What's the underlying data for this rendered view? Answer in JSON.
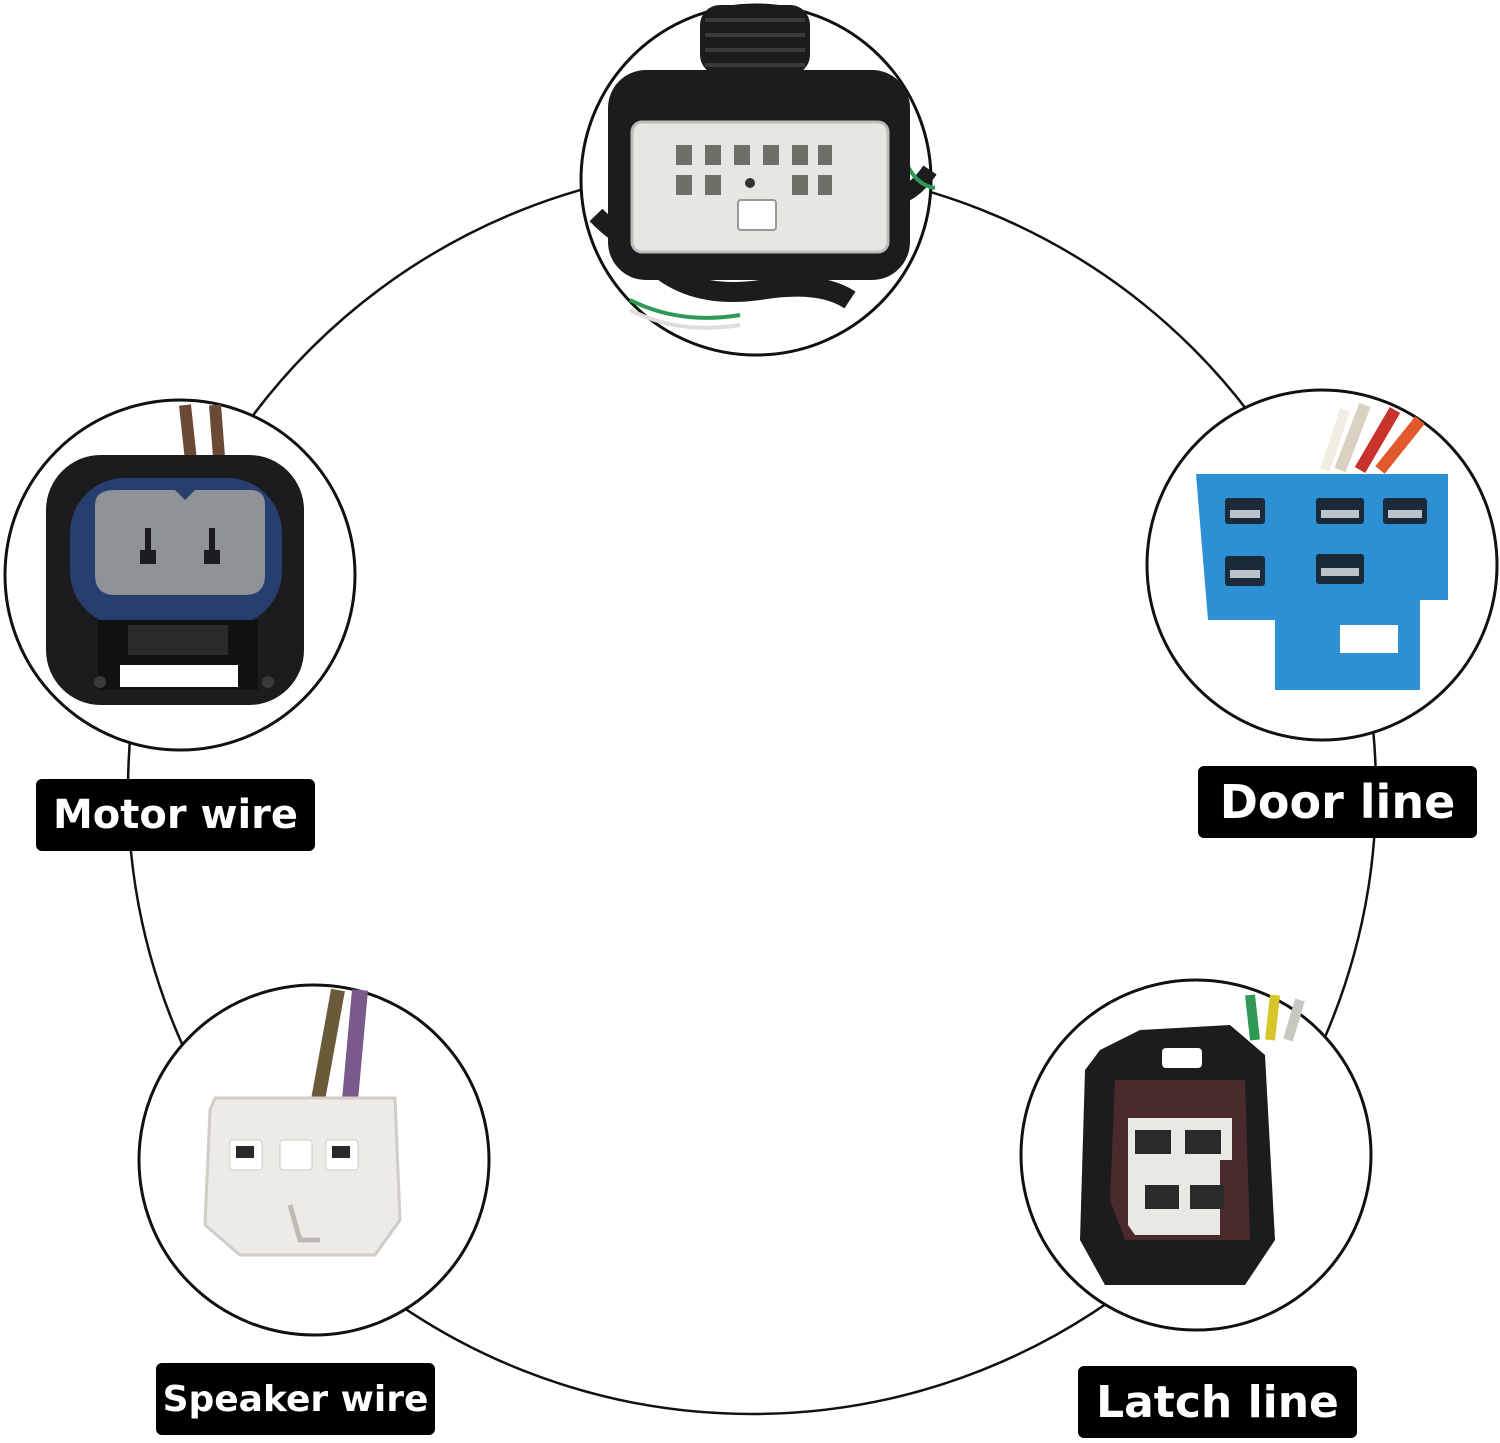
{
  "labels": {
    "motor": "Motor wire",
    "door": "Door line",
    "speaker": "Speaker wire",
    "latch": "Latch line"
  },
  "colors": {
    "background": "#ffffff",
    "ring": "#111111",
    "label_bg": "#000000",
    "label_text": "#ffffff",
    "connector_black": "#1c1c1e",
    "connector_white": "#e6e6e2",
    "connector_blue": "#2d8fd4",
    "connector_gray": "#8f9296",
    "wire_brown": "#6b4a35",
    "wire_purple": "#7a5a8a",
    "wire_green": "#2e9a55",
    "wire_yellow": "#d8c52a",
    "wire_red": "#c8342c"
  },
  "icons": [
    "multi-pin-connector-icon",
    "two-pin-connector-icon",
    "six-pin-blue-connector-icon",
    "three-pin-white-connector-icon",
    "four-pin-connector-icon"
  ]
}
